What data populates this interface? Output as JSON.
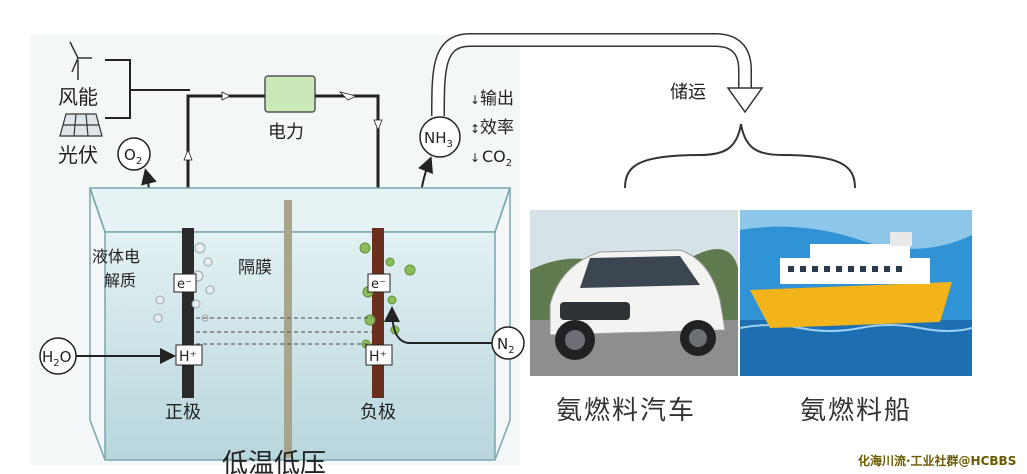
{
  "labels": {
    "wind": "风能",
    "solar": "光伏",
    "power": "电力",
    "o2": "O",
    "o2_sub": "2",
    "nh3": "NH",
    "nh3_sub": "3",
    "output_1": "输出",
    "output_2": "效率",
    "co2": "CO",
    "co2_sub": "2",
    "storage": "储运",
    "electrolyte_1": "液体电",
    "electrolyte_2": "解质",
    "membrane": "隔膜",
    "electron_left": "e⁻",
    "electron_right": "e⁻",
    "proton_left": "H⁺",
    "proton_right": "H⁺",
    "h2o": "H",
    "h2o_sub": "2",
    "h2o_tail": "O",
    "n2": "N",
    "n2_sub": "2",
    "anode": "正极",
    "cathode": "负极",
    "condition": "低温低压"
  },
  "captions": {
    "car": "氨燃料汽车",
    "ship": "氨燃料船"
  },
  "watermark": "化海川流·工业社群@HCBBS",
  "colors": {
    "tank_fill": "#cfe6ea",
    "tank_edge": "#7aa6ae",
    "power_box": "#c9e9b8",
    "electrode_dark": "#2a2a2a",
    "electrode_brown": "#6b2f1e",
    "bubble_green": "#8cbf5a"
  }
}
